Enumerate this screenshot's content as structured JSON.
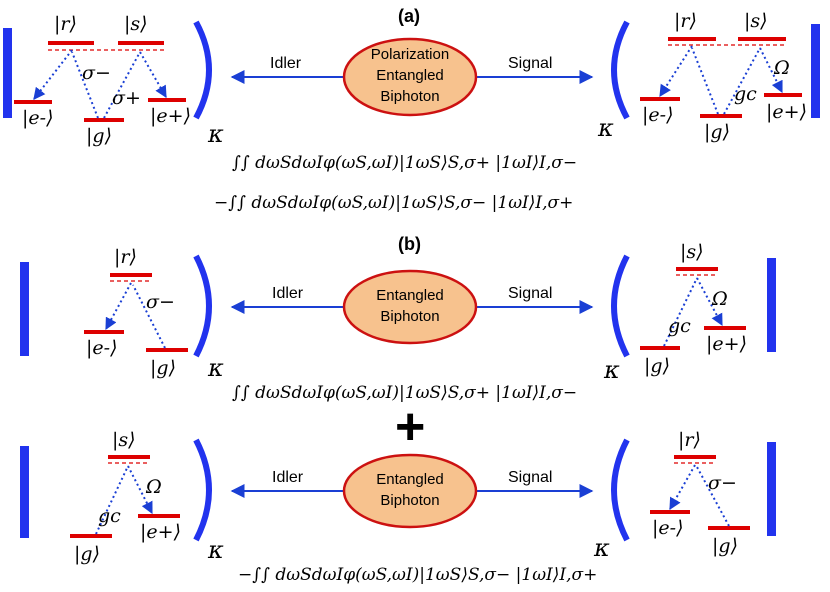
{
  "colors": {
    "mirror": "#2233ee",
    "level": "#dd0000",
    "virtual": "#dd0000",
    "transition": "#1a3fd4",
    "beam": "#1a3fd4",
    "source_fill": "#f7c28e",
    "source_stroke": "#cc1111"
  },
  "panel_a": {
    "label": "(a)",
    "idler_label": "Idler",
    "signal_label": "Signal",
    "source_lines": [
      "Polarization",
      "Entangled",
      "Biphoton"
    ],
    "left_atom": {
      "top_left": "|r⟩",
      "top_right": "|s⟩",
      "ground": "|g⟩",
      "left": "|e-⟩",
      "right": "|e+⟩",
      "sym_upper": "σ−",
      "sym_lower": "σ+"
    },
    "right_atom": {
      "top_left": "|r⟩",
      "top_right": "|s⟩",
      "ground": "|g⟩",
      "left": "|e-⟩",
      "right": "|e+⟩",
      "sym_coupling": "gc",
      "sym_control": "Ω"
    },
    "kappa_left": "κ",
    "kappa_right": "κ",
    "formula_1": "∫∫ dωSdωIφ(ωS,ωI)|1ωS⟩S,σ+ |1ωI⟩I,σ−",
    "formula_2": "−∫∫ dωSdωIφ(ωS,ωI)|1ωS⟩S,σ− |1ωI⟩I,σ+"
  },
  "panel_b": {
    "label": "(b)",
    "plus": "+",
    "top": {
      "idler_label": "Idler",
      "signal_label": "Signal",
      "source_lines": [
        "Entangled",
        "Biphoton"
      ],
      "left_atom": {
        "top": "|r⟩",
        "left": "|e-⟩",
        "ground": "|g⟩",
        "sym": "σ−"
      },
      "right_atom": {
        "top": "|s⟩",
        "ground": "|g⟩",
        "right": "|e+⟩",
        "sym_coupling": "gc",
        "sym_control": "Ω"
      },
      "kappa_left": "κ",
      "kappa_right": "κ",
      "formula": "∫∫ dωSdωIφ(ωS,ωI)|1ωS⟩S,σ+ |1ωI⟩I,σ−"
    },
    "bottom": {
      "idler_label": "Idler",
      "signal_label": "Signal",
      "source_lines": [
        "Entangled",
        "Biphoton"
      ],
      "left_atom": {
        "top": "|s⟩",
        "ground": "|g⟩",
        "right": "|e+⟩",
        "sym_coupling": "gc",
        "sym_control": "Ω"
      },
      "right_atom": {
        "top": "|r⟩",
        "left": "|e-⟩",
        "ground": "|g⟩",
        "sym": "σ−"
      },
      "kappa_left": "κ",
      "kappa_right": "κ",
      "formula": "−∫∫ dωSdωIφ(ωS,ωI)|1ωS⟩S,σ− |1ωI⟩I,σ+"
    }
  }
}
